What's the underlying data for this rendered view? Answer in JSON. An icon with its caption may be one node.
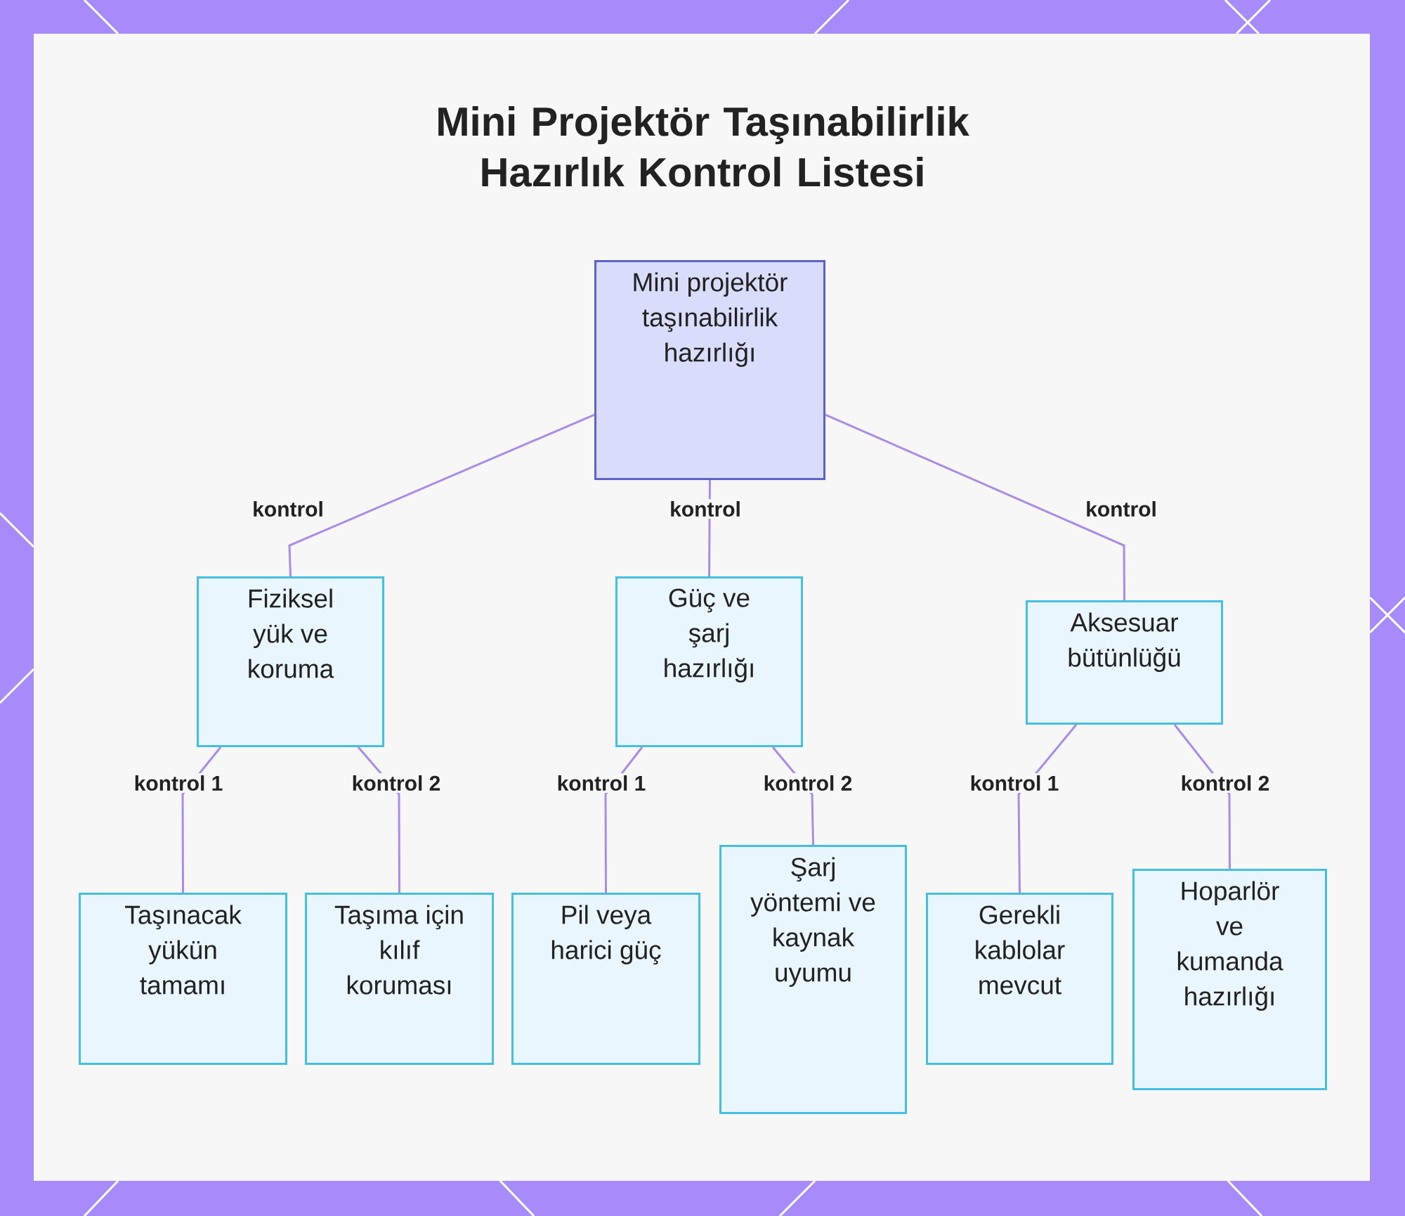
{
  "diagram": {
    "title": "Mini Projektör Taşınabilirlik Hazırlık Kontrol Listesi",
    "nodes": [
      {
        "text": [
          "Mini projektör taşınabilirlik hazırlığı"
        ]
      },
      {
        "text": [
          "Fiziksel yük ve koruma"
        ]
      },
      {
        "text": [
          "Güç ve şarj hazırlığı"
        ]
      },
      {
        "text": [
          "Aksesuar bütünlüğü"
        ]
      },
      {
        "text": [
          "Taşınacak yükün tamamı"
        ]
      },
      {
        "text": [
          "Taşıma için kılıf koruması"
        ]
      },
      {
        "text": [
          "Pil veya harici güç"
        ]
      },
      {
        "text": [
          "Şarj yöntemi ve kaynak uyumu"
        ]
      },
      {
        "text": [
          "Gerekli kablolar mevcut"
        ]
      },
      {
        "text": [
          "Hoparlör ve kumanda hazırlığı"
        ]
      }
    ],
    "edges": [
      {
        "from": 0,
        "to": 1,
        "arrow": "none",
        "label": "kontrol"
      },
      {
        "from": 0,
        "to": 2,
        "arrow": "none",
        "label": "kontrol"
      },
      {
        "from": 0,
        "to": 3,
        "arrow": "none",
        "label": "kontrol"
      },
      {
        "from": 1,
        "to": 4,
        "arrow": "none",
        "label": "kontrol 1"
      },
      {
        "from": 1,
        "to": 5,
        "arrow": "none",
        "label": "kontrol 2"
      },
      {
        "from": 2,
        "to": 6,
        "arrow": "none",
        "label": "kontrol 1"
      },
      {
        "from": 2,
        "to": 7,
        "arrow": "none",
        "label": "kontrol 2"
      },
      {
        "from": 3,
        "to": 8,
        "arrow": "none",
        "label": "kontrol 1"
      },
      {
        "from": 3,
        "to": 9,
        "arrow": "none",
        "label": "kontrol 2"
      }
    ]
  }
}
